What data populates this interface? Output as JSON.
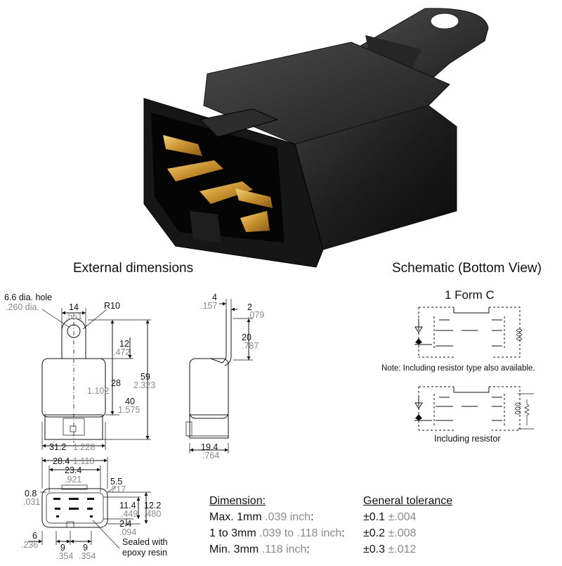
{
  "photo": {
    "name": "relay-product-photo"
  },
  "headings": {
    "external": "External dimensions",
    "schematic": "Schematic (Bottom View)"
  },
  "front_view": {
    "hole_label": "6.6 dia. hole",
    "hole_label_in": ".260 dia.",
    "w14": "14",
    "w14_in": ".551",
    "r10": "R10",
    "d12": "12",
    "d12_in": ".472",
    "d28": "28",
    "d28_in": "1.102",
    "d40": "40",
    "d40_in": "1.575",
    "d59": "59",
    "d59_in": "2.323",
    "w31": "31.2",
    "w31_in": "1.228"
  },
  "side_view": {
    "d4": "4",
    "d4_in": ".157",
    "d2": "2",
    "d2_in": ".079",
    "d20": "20",
    "d20_in": ".787",
    "d19": "19.4",
    "d19_in": ".764"
  },
  "bottom_view": {
    "w28": "28.4",
    "w28_in": "1.118",
    "w23": "23.4",
    "w23_in": ".921",
    "d5": "5.5",
    "d5_in": ".217",
    "d08": "0.8",
    "d08_in": ".031",
    "d11": "11.4",
    "d11_in": ".449",
    "d12": "12.2",
    "d12_in": ".480",
    "d24": "2.4",
    "d24_in": ".094",
    "d6": "6",
    "d6_in": ".236",
    "p9a": "9",
    "p9a_in": ".354",
    "p9b": "9",
    "p9b_in": ".354",
    "seal1": "Sealed with",
    "seal2": "epoxy resin"
  },
  "schematic": {
    "form_label": "1 Form C",
    "note": "Note: Including resistor type also available.",
    "resistor_label": "Including resistor"
  },
  "tolerance": {
    "col1_header": "Dimension:",
    "col2_header": "General tolerance",
    "rows": [
      {
        "dim": "Max. 1mm ",
        "dim_in": ".039 inch",
        "dim_tail": ":",
        "tol": "±0.1 ",
        "tol_in": "±.004"
      },
      {
        "dim": "1 to 3mm ",
        "dim_in": ".039",
        "dim_mid": " to ",
        "dim_in2": ".118 inch",
        "dim_tail": ":",
        "tol": "±0.2 ",
        "tol_in": "±.008"
      },
      {
        "dim": "Min. 3mm ",
        "dim_in": ".118 inch",
        "dim_tail": ":",
        "tol": "±0.3 ",
        "tol_in": "±.012"
      }
    ]
  }
}
